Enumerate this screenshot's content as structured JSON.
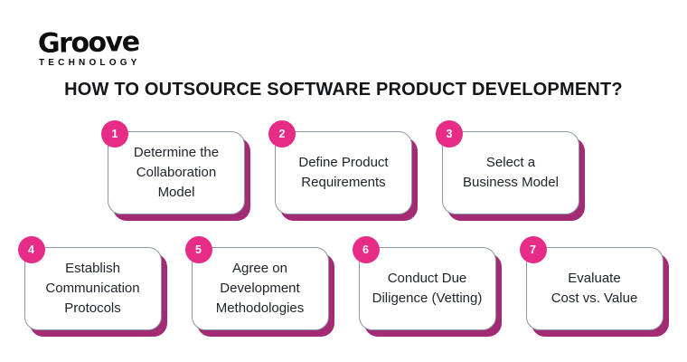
{
  "logo": {
    "brand": "Groove",
    "subtext": "TECHNOLOGY"
  },
  "title": "HOW TO OUTSOURCE SOFTWARE PRODUCT DEVELOPMENT?",
  "colors": {
    "page_bg": "#ffffff",
    "logo_color": "#0d0d10",
    "title_color": "#14161b",
    "badge_pink": "#e72c87",
    "shadow_magenta": "#a32a74",
    "card_border": "#8d95a0",
    "card_text": "#20242c"
  },
  "steps": [
    {
      "number": "1",
      "label": "Determine the\nCollaboration Model"
    },
    {
      "number": "2",
      "label": "Define Product\nRequirements"
    },
    {
      "number": "3",
      "label": "Select a\nBusiness Model"
    },
    {
      "number": "4",
      "label": "Establish\nCommunication\nProtocols"
    },
    {
      "number": "5",
      "label": "Agree on\nDevelopment\nMethodologies"
    },
    {
      "number": "6",
      "label": "Conduct Due\nDiligence (Vetting)"
    },
    {
      "number": "7",
      "label": "Evaluate\nCost vs. Value"
    }
  ]
}
